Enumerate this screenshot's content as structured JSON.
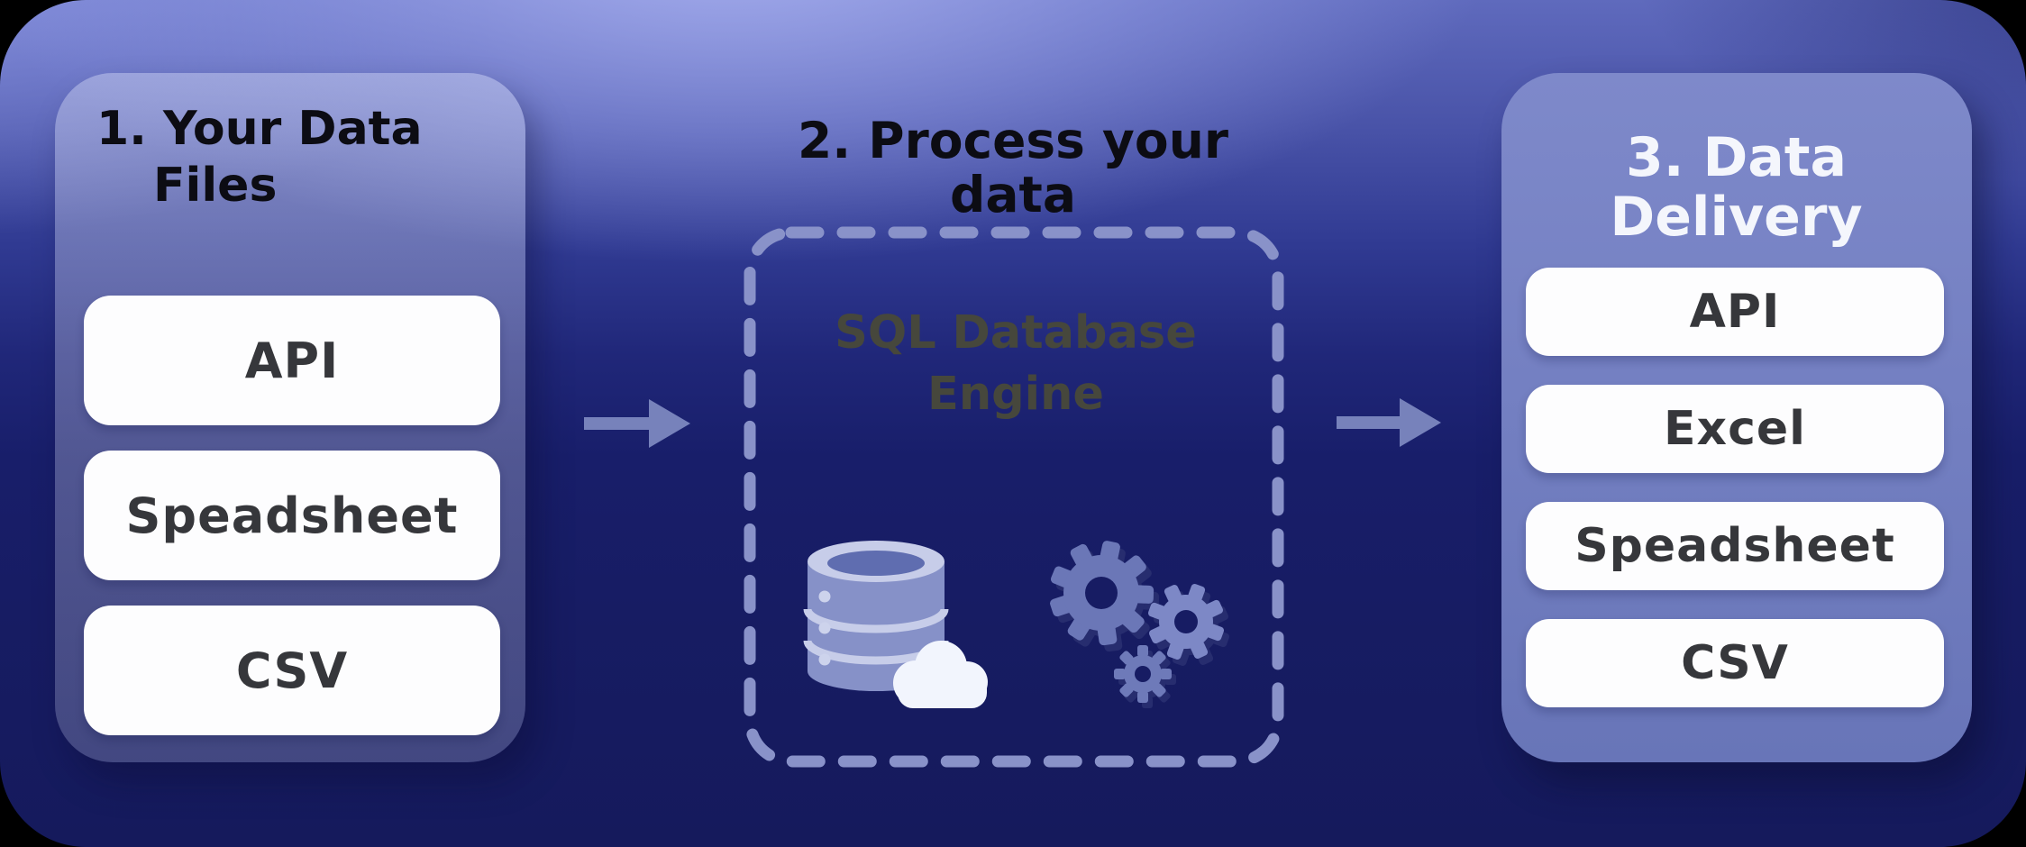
{
  "diagram": {
    "source": {
      "title": "1. Your Data Files",
      "items": [
        "API",
        "Speadsheet",
        "CSV"
      ]
    },
    "process": {
      "title": "2. Process your data",
      "engine_label": "SQL Database Engine"
    },
    "delivery": {
      "title": "3. Data Delivery",
      "items": [
        "API",
        "Excel",
        "Speadsheet",
        "CSV"
      ]
    },
    "colors": {
      "background_top": "#7b86d6",
      "background_bottom": "#161b60",
      "delivery_panel": "#7480bf",
      "button_text": "#36373b",
      "arrow": "#7782bb",
      "dashed_border": "#8992c9",
      "engine_text": "#46473c"
    }
  }
}
